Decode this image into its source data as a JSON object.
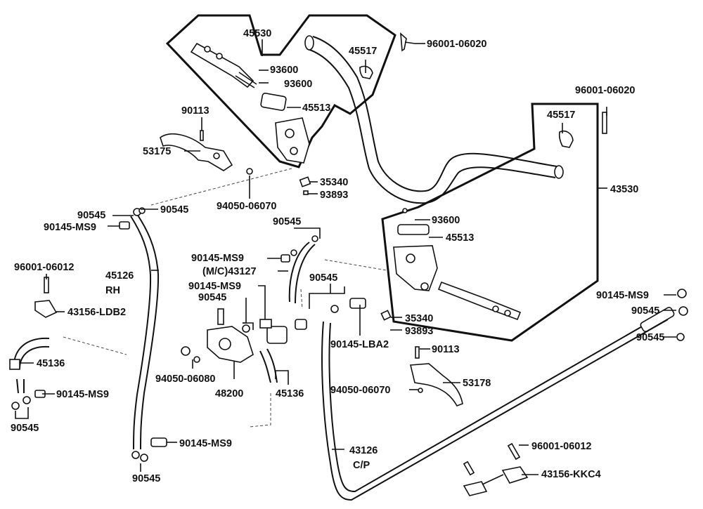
{
  "labels": {
    "p45530": "45530",
    "p45517_a": "45517",
    "p96001_06020_a": "96001-06020",
    "p93600_a": "93600",
    "p93600_b": "93600",
    "p45513_a": "45513",
    "p90113_a": "90113",
    "p53175": "53175",
    "p35340_a": "35340",
    "p93893_a": "93893",
    "p94050_06070_a": "94050-06070",
    "p90545_a": "90545",
    "p90545_b": "90545",
    "p90145_ms9_a": "90145-MS9",
    "p96001_06020_b": "96001-06020",
    "p45517_b": "45517",
    "p43530": "43530",
    "p93600_c": "93600",
    "p45513_b": "45513",
    "p90545_c": "90545",
    "p90145_ms9_b": "90145-MS9",
    "p43127": "(M/C)43127",
    "p90145_ms9_c": "90145-MS9",
    "p90545_d": "90545",
    "p90545_e": "90545",
    "p96001_06012_a": "96001-06012",
    "p45126": "45126",
    "p45126_rh": "RH",
    "p43156_ldb2": "43156-LDB2",
    "p45136_a": "45136",
    "p90145_ms9_d": "90145-MS9",
    "p90545_f": "90545",
    "p94050_06080": "94050-06080",
    "p48200": "48200",
    "p45136_b": "45136",
    "p90145_lba2": "90145-LBA2",
    "p35340_b": "35340",
    "p93893_b": "93893",
    "p90113_b": "90113",
    "p94050_06070_b": "94050-06070",
    "p53178": "53178",
    "p90145_ms9_e": "90145-MS9",
    "p90545_g": "90545",
    "p90545_h": "90545",
    "p90145_ms9_f": "90145-MS9",
    "p90545_i": "90545",
    "p43126": "43126",
    "p43126_cp": "C/P",
    "p96001_06012_b": "96001-06012",
    "p43156_kkc4": "43156-KKC4"
  }
}
